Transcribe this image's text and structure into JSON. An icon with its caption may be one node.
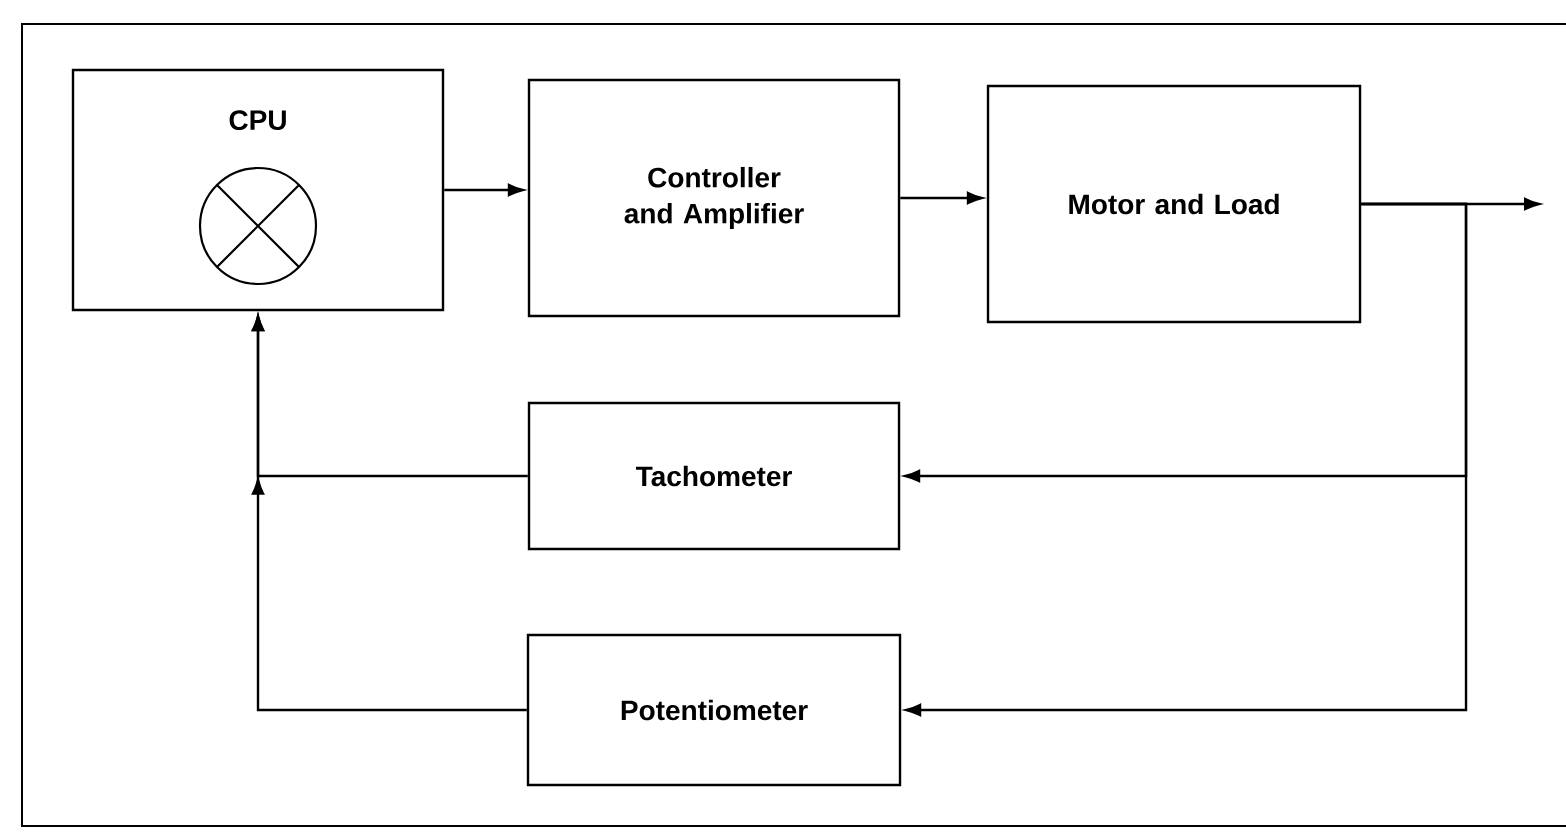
{
  "diagram": {
    "nodes": [
      {
        "text": [
          "CPU"
        ]
      },
      {
        "text": [
          "Controller and Amplifier"
        ]
      },
      {
        "text": [
          "Motor and Load"
        ]
      },
      {
        "text": [
          "Tachometer"
        ]
      },
      {
        "text": [
          "Potentiometer"
        ]
      }
    ],
    "edges": [
      {
        "from": 0,
        "to": 1,
        "arrow": "to"
      },
      {
        "from": 1,
        "to": 2,
        "arrow": "to"
      },
      {
        "from": 2,
        "to": null,
        "arrow": "to"
      },
      {
        "from": 2,
        "to": 3,
        "arrow": "to"
      },
      {
        "from": 2,
        "to": 4,
        "arrow": "to"
      },
      {
        "from": 3,
        "to": 0,
        "arrow": "to"
      },
      {
        "from": 4,
        "to": 0,
        "arrow": "to"
      }
    ]
  }
}
